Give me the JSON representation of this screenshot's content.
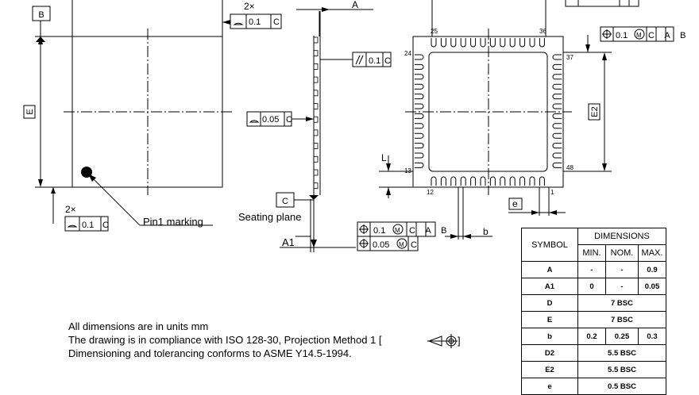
{
  "datums": {
    "b": "B",
    "a": "A",
    "c": "C"
  },
  "labels": {
    "two_x_top": "2×",
    "two_x_bottom": "2×",
    "pin1": "Pin1 marking",
    "seating_plane": "Seating plane",
    "a1": "A1",
    "e_dim": "E",
    "e2_dim": "E2",
    "l_dim": "L",
    "pitch_e": "e",
    "b_dim": "b"
  },
  "fcf": {
    "flat_top": "0.1",
    "flat_c1": "C",
    "parallel": "0.1",
    "parallel_ref": "C",
    "profile_mid": "0.05",
    "profile_mid_ref": "C",
    "flat_bottom": "0.1",
    "flat_bottom_ref": "C",
    "pos_e2": "0.1",
    "pos_e2_refs": "C A B",
    "pos_b1": "0.1",
    "pos_b1_refs": "C A B",
    "pos_b2": "0.05",
    "pos_b2_ref": "C"
  },
  "pins": {
    "p25": "25",
    "p36": "36",
    "p24": "24",
    "p37": "37",
    "p13": "13",
    "p48": "48",
    "p12": "12",
    "p1": "1"
  },
  "table": {
    "header_symbol": "SYMBOL",
    "header_dimensions": "DIMENSIONS",
    "header_min": "MIN.",
    "header_nom": "NOM.",
    "header_max": "MAX.",
    "rows": [
      {
        "symbol": "A",
        "min": "-",
        "nom": "-",
        "max": "0.9"
      },
      {
        "symbol": "A1",
        "min": "0",
        "nom": "-",
        "max": "0.05"
      },
      {
        "symbol": "D",
        "value": "7 BSC"
      },
      {
        "symbol": "E",
        "value": "7 BSC"
      },
      {
        "symbol": "b",
        "min": "0.2",
        "nom": "0.25",
        "max": "0.3"
      },
      {
        "symbol": "D2",
        "value": "5.5 BSC"
      },
      {
        "symbol": "E2",
        "value": "5.5 BSC"
      },
      {
        "symbol": "e",
        "value": "0.5 BSC"
      }
    ]
  },
  "notes": {
    "line1": "All dimensions are in units mm",
    "line2": "The drawing is in compliance with ISO 128-30, Projection Method 1 [",
    "line2_end": "]",
    "line3": "Dimensioning and tolerancing conforms to ASME Y14.5-1994."
  }
}
